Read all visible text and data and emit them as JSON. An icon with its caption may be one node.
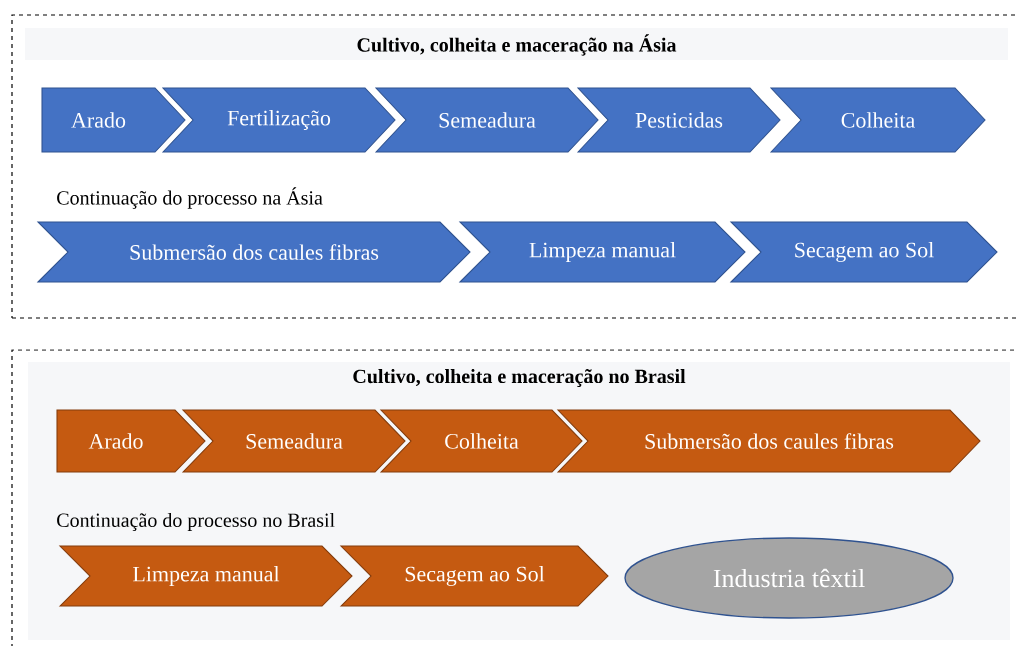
{
  "diagram": {
    "nodes": [
      {
        "text": [
          "Cultivo, colheita e maceração na Ásia",
          "Continuação do processo na Ásia"
        ]
      },
      {
        "text": [
          "Arado"
        ],
        "in": 0
      },
      {
        "text": [
          "Fertilização"
        ],
        "in": 0
      },
      {
        "text": [
          "Semeadura"
        ],
        "in": 0
      },
      {
        "text": [
          "Pesticidas"
        ],
        "in": 0
      },
      {
        "text": [
          "Colheita"
        ],
        "in": 0
      },
      {
        "text": [
          "Submersão dos caules fibras"
        ],
        "in": 0
      },
      {
        "text": [
          "Limpeza manual"
        ],
        "in": 0
      },
      {
        "text": [
          "Secagem ao Sol"
        ],
        "in": 0
      },
      {
        "text": [
          "Cultivo, colheita e maceração no Brasil",
          "Continuação do processo no Brasil"
        ]
      },
      {
        "text": [
          "Arado"
        ],
        "in": 9
      },
      {
        "text": [
          "Semeadura"
        ],
        "in": 9
      },
      {
        "text": [
          "Colheita"
        ],
        "in": 9
      },
      {
        "text": [
          "Submersão dos caules fibras"
        ],
        "in": 9
      },
      {
        "text": [
          "Limpeza manual"
        ],
        "in": 9
      },
      {
        "text": [
          "Secagem ao Sol"
        ],
        "in": 9
      },
      {
        "text": [
          "Industria têxtil"
        ],
        "in": 9
      }
    ]
  }
}
